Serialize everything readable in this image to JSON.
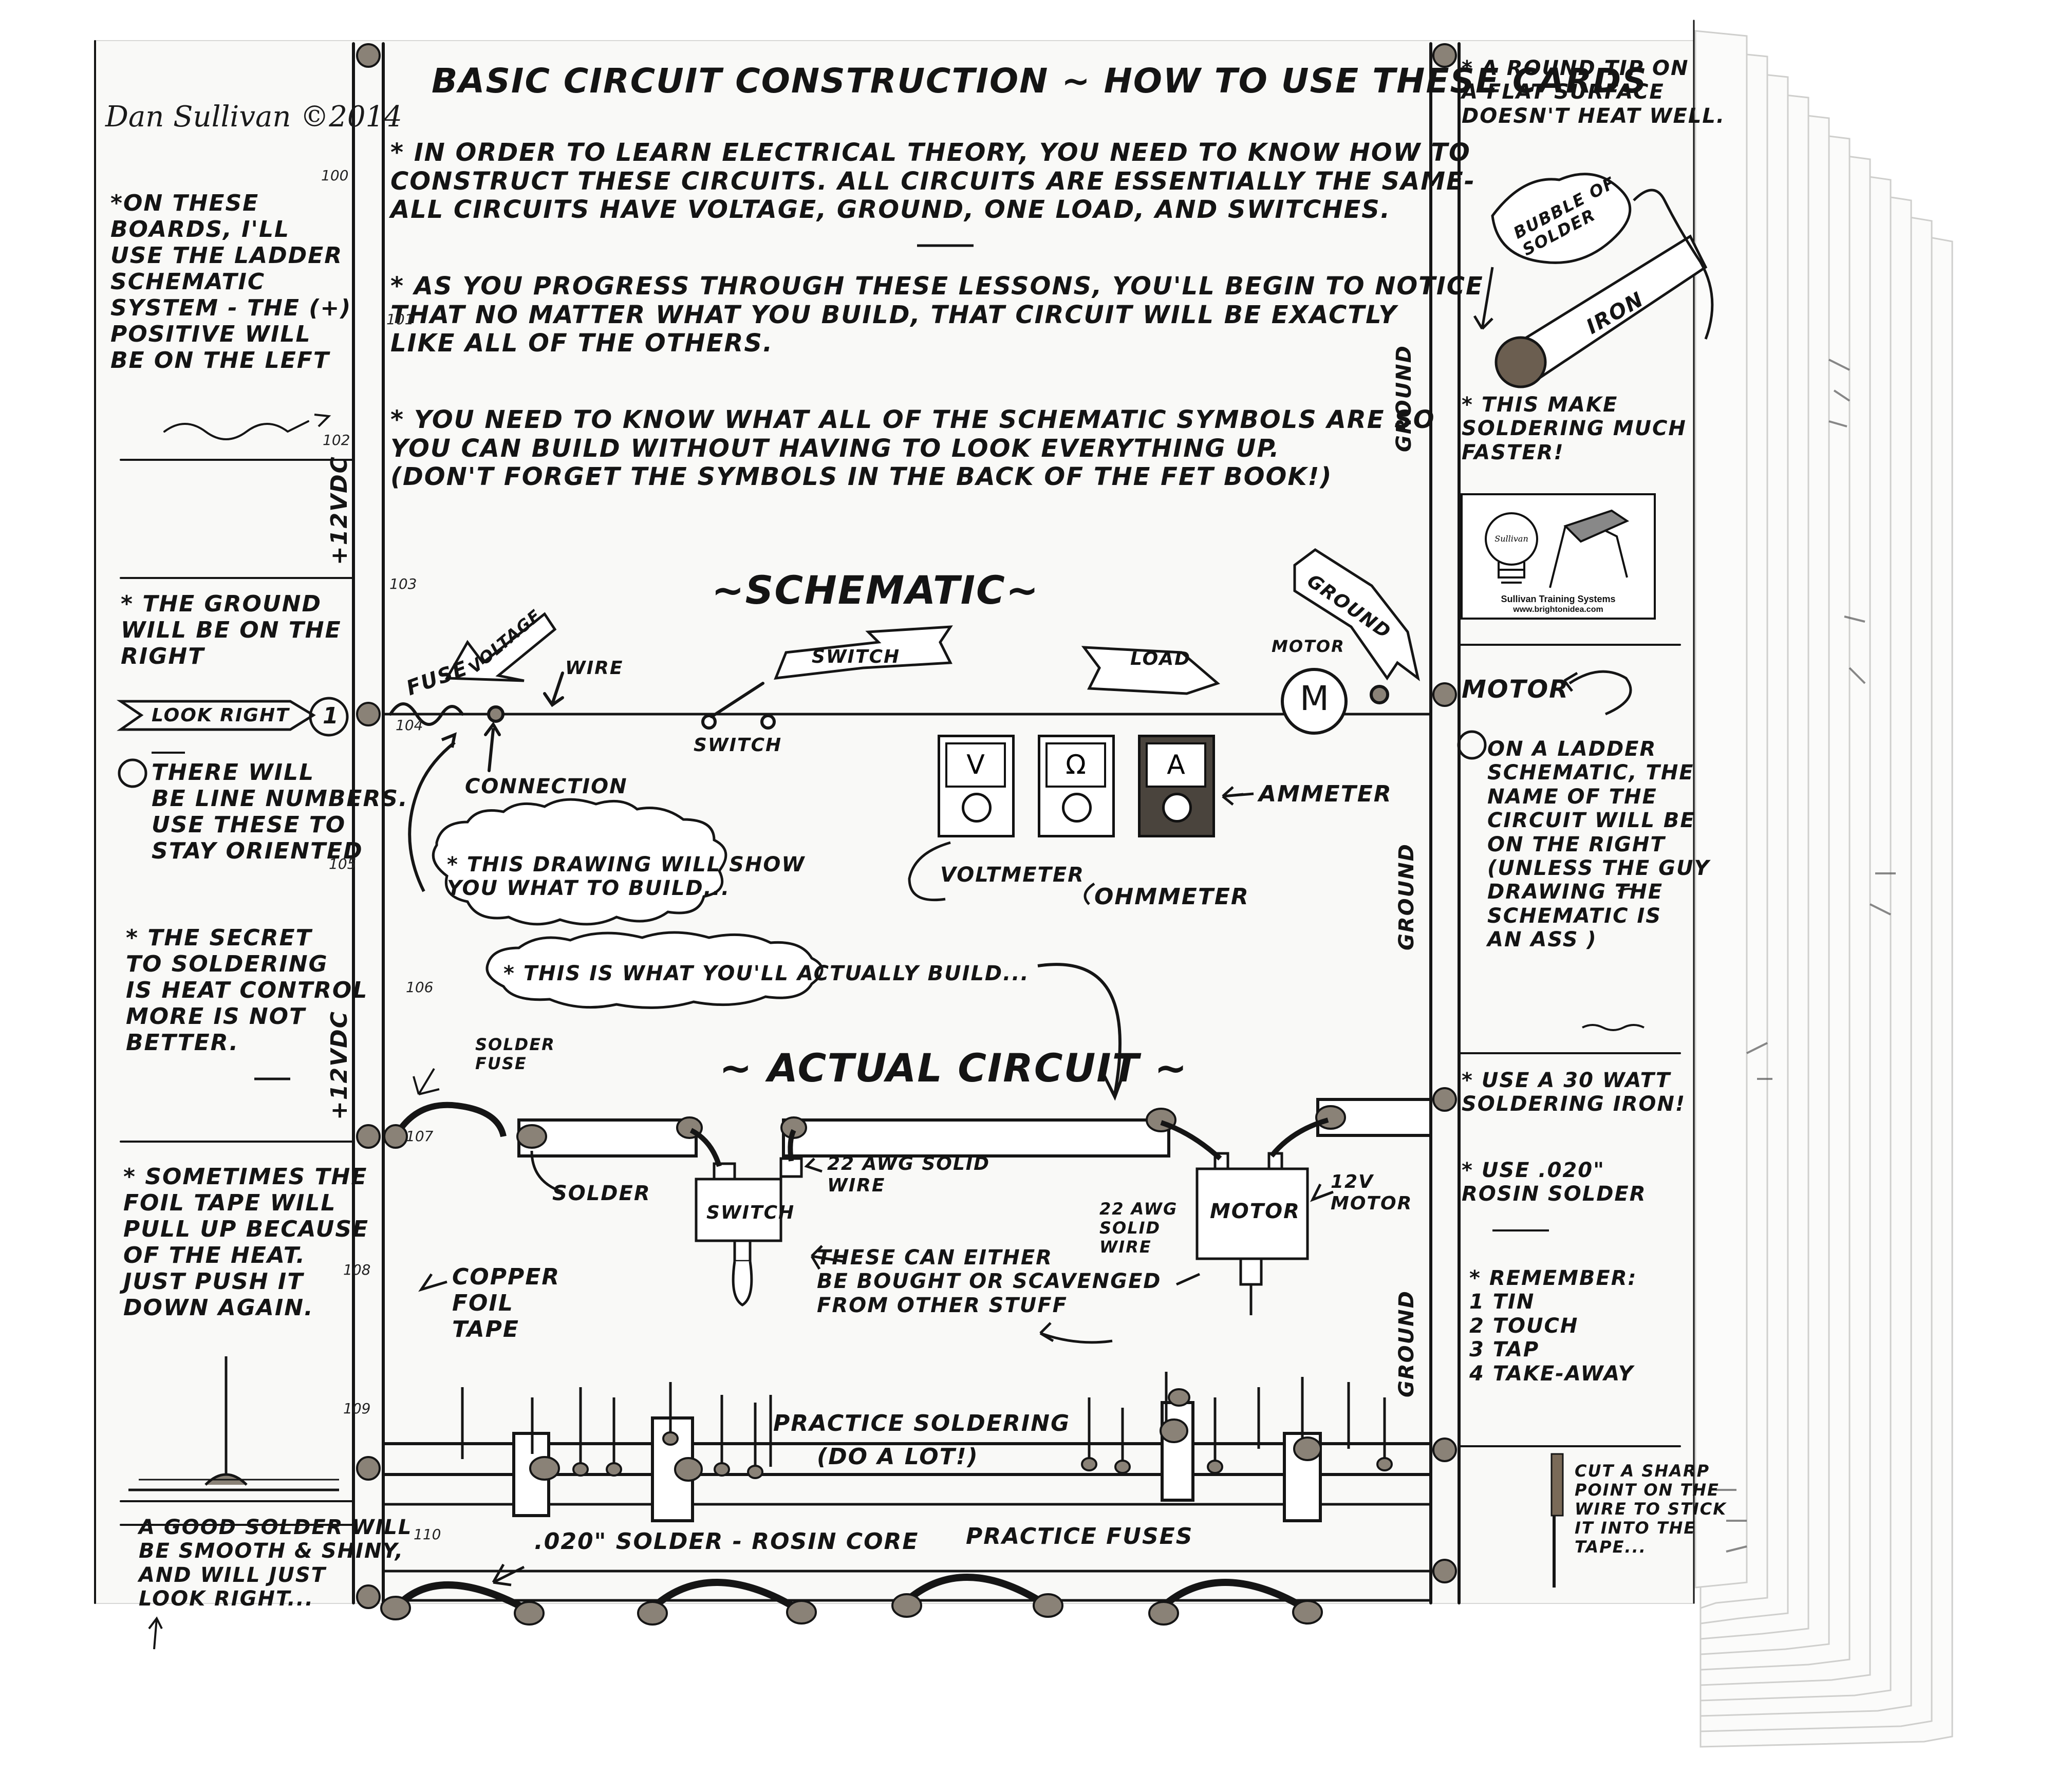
{
  "signature": "Dan Sullivan ©2014",
  "title": "BASIC CIRCUIT CONSTRUCTION ~ HOW TO USE THESE CARDS",
  "intro": [
    "* IN ORDER TO LEARN ELECTRICAL THEORY, YOU NEED TO KNOW HOW TO\nCONSTRUCT THESE CIRCUITS. ALL CIRCUITS ARE ESSENTIALLY THE SAME-\nALL CIRCUITS HAVE VOLTAGE, GROUND, ONE LOAD, AND SWITCHES.",
    "* AS YOU PROGRESS THROUGH THESE LESSONS, YOU'LL BEGIN TO NOTICE\nTHAT NO MATTER WHAT YOU BUILD, THAT CIRCUIT WILL BE EXACTLY\nLIKE ALL OF THE OTHERS.",
    "* YOU NEED TO KNOW WHAT ALL OF THE SCHEMATIC SYMBOLS ARE SO\nYOU CAN BUILD WITHOUT HAVING TO LOOK EVERYTHING UP.\n(DON'T FORGET THE SYMBOLS IN THE BACK OF THE FET BOOK!)"
  ],
  "line_numbers": [
    "100",
    "101",
    "102",
    "103",
    "104",
    "105",
    "106",
    "107",
    "108",
    "109",
    "110"
  ],
  "left_notes": [
    "*ON THESE\nBOARDS, I'LL\nUSE THE LADDER\nSCHEMATIC\nSYSTEM - THE (+)\nPOSITIVE WILL\nBE ON THE LEFT",
    "* THE GROUND\nWILL BE ON THE\nRIGHT",
    "THERE WILL\nBE LINE NUMBERS.\nUSE THESE TO\nSTAY ORIENTED",
    "* THE SECRET\nTO SOLDERING\nIS HEAT CONTROL\nMORE IS NOT\nBETTER.",
    "* SOMETIMES THE\nFOIL TAPE WILL\nPULL UP BECAUSE\nOF THE HEAT.\nJUST PUSH IT\nDOWN AGAIN.",
    "A GOOD SOLDER WILL\nBE SMOOTH & SHINY,\nAND WILL JUST\nLOOK RIGHT..."
  ],
  "look_right": "LOOK RIGHT",
  "look_right_num": "1",
  "rail_left": "+12VDC",
  "rail_right": "GROUND",
  "schematic": {
    "heading": "~SCHEMATIC~",
    "fuse": "FUSE",
    "voltage": "VOLTAGE",
    "wire": "WIRE",
    "switch_banner": "SWITCH",
    "load": "LOAD",
    "motor_label": "MOTOR",
    "motor_symbol": "M",
    "ground_banner": "GROUND",
    "connection": "CONNECTION",
    "switch_label": "SWITCH"
  },
  "meters": {
    "voltmeter_symbol": "V",
    "ohmmeter_symbol": "Ω",
    "ammeter_symbol": "A",
    "voltmeter": "VOLTMETER",
    "ohmmeter": "OHMMETER",
    "ammeter": "AMMETER"
  },
  "clouds": {
    "drawing": "* THIS DRAWING WILL SHOW\nYOU WHAT TO BUILD...",
    "build": "* THIS IS WHAT YOU'LL ACTUALLY BUILD..."
  },
  "actual": {
    "heading": "~ ACTUAL CIRCUIT ~",
    "solder_fuse": "SOLDER\nFUSE",
    "solder": "SOLDER",
    "wire22": "22 AWG SOLID\nWIRE",
    "switch_box": "SWITCH",
    "motor_box": "MOTOR",
    "wire22_motor": "22 AWG\nSOLID\nWIRE",
    "motor12v": "12V\nMOTOR",
    "copper": "COPPER\nFOIL\nTAPE",
    "scavenged": "THESE CAN EITHER\nBE BOUGHT OR SCAVENGED\nFROM OTHER STUFF"
  },
  "practice": {
    "soldering": "PRACTICE SOLDERING",
    "do_a_lot": "(DO A LOT!)",
    "rosin_core": ".020\" SOLDER - ROSIN CORE",
    "fuses": "PRACTICE FUSES"
  },
  "right_notes": [
    "* A ROUND TIP ON\nA FLAT SURFACE\nDOESN'T HEAT WELL.",
    "* THIS MAKE\nSOLDERING MUCH\nFASTER!",
    "MOTOR",
    "ON A LADDER\nSCHEMATIC, THE\nNAME OF THE\nCIRCUIT WILL BE\nON THE RIGHT\n(UNLESS THE GUY\nDRAWING THE\nSCHEMATIC IS\nAN ASS )",
    "* USE A 30 WATT\nSOLDERING IRON!",
    "* USE .020\"\nROSIN SOLDER",
    "* REMEMBER:\n1 TIN\n2 TOUCH\n3 TAP\n4 TAKE-AWAY",
    "CUT A SHARP\nPOINT ON THE\nWIRE TO STICK\nIT INTO THE\nTAPE..."
  ],
  "iron": {
    "bubble": "BUBBLE OF\nSOLDER",
    "iron": "IRON"
  },
  "logo": {
    "bulb_text": "Sullivan",
    "company": "Sullivan Training Systems",
    "url": "www.brightonidea.com"
  }
}
